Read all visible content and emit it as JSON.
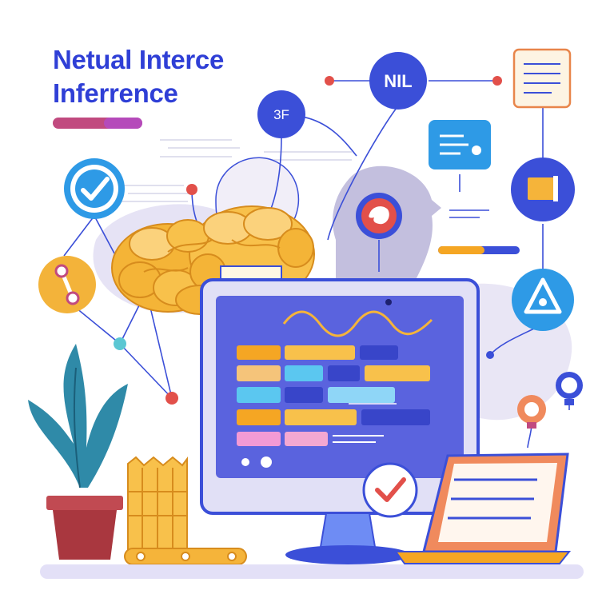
{
  "header": {
    "title_line1": "Netual Interce",
    "title_line2": "Inferrence"
  },
  "nodes": {
    "nil_label": "NIL",
    "sf_label": "3F"
  },
  "icons": [
    "check-badge-icon",
    "link-node-icon",
    "brain-icon",
    "chat-bubble-icon",
    "monitor-icon",
    "plant-icon",
    "laptop-icon",
    "checkmark-icon",
    "document-icon",
    "message-icon",
    "folder-icon",
    "warning-icon",
    "lightbulb-icon",
    "head-profile-icon"
  ],
  "colors": {
    "title": "#2f3fd6",
    "primary_blue": "#3b4fd8",
    "accent_orange": "#f5a623",
    "accent_red": "#e2504a",
    "accent_pink": "#c14a7f",
    "screen_bg": "#5a63de",
    "plant_teal": "#2f8aa8"
  }
}
